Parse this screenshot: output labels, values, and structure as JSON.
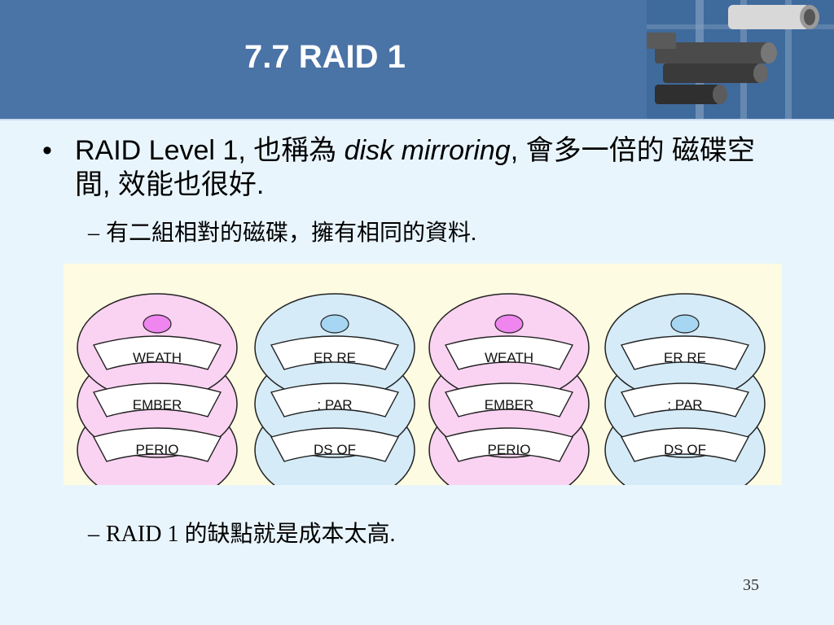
{
  "slide": {
    "title": "7.7 RAID 1",
    "bullet": {
      "part1": "RAID Level 1, 也稱為 ",
      "italic": "disk mirroring",
      "part2": ", 會多一倍的 磁碟空間, 效能也很好."
    },
    "sub1": "有二組相對的磁碟，擁有相同的資料.",
    "sub2": "RAID 1 的缺點就是成本太高.",
    "dash": "–",
    "bullet_dot": "•",
    "page_number": "35"
  },
  "figure": {
    "disks": [
      {
        "color": "pink",
        "labels": [
          "WEATH",
          "EMBER",
          "PERIO"
        ]
      },
      {
        "color": "blue",
        "labels": [
          "ER RE",
          ": PAR",
          "DS OF"
        ]
      },
      {
        "color": "pink",
        "labels": [
          "WEATH",
          "EMBER",
          "PERIO"
        ]
      },
      {
        "color": "blue",
        "labels": [
          "ER RE",
          ": PAR",
          "DS OF"
        ]
      }
    ],
    "colors": {
      "pink_fill": "#f9d3f1",
      "pink_hub": "#ef85ee",
      "blue_fill": "#d5ebf8",
      "blue_hub": "#a6d6f2",
      "stroke": "#222222"
    }
  },
  "colors": {
    "header": "#4a73a6",
    "background": "#e9f5fd",
    "figure_background": "#fdfbe2"
  }
}
